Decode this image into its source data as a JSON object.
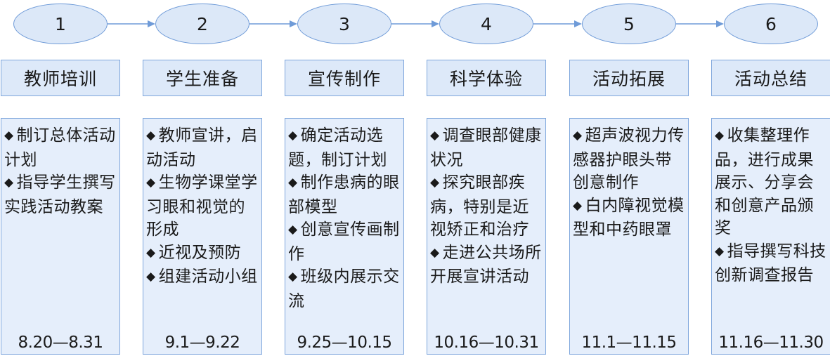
{
  "diagram": {
    "bullet_symbol": "◆",
    "stages": [
      {
        "number": "1",
        "title": "教师培训",
        "items": [
          "制订总体活动计划",
          "指导学生撰写实践活动教案"
        ],
        "date": "8.20—8.31"
      },
      {
        "number": "2",
        "title": "学生准备",
        "items": [
          "教师宣讲，启动活动",
          "生物学课堂学习眼和视觉的形成",
          "近视及预防",
          "组建活动小组"
        ],
        "date": "9.1—9.22"
      },
      {
        "number": "3",
        "title": "宣传制作",
        "items": [
          "确定活动选题，制订计划",
          "制作患病的眼部模型",
          "创意宣传画制作",
          "班级内展示交流"
        ],
        "date": "9.25—10.15"
      },
      {
        "number": "4",
        "title": "科学体验",
        "items": [
          "调查眼部健康状况",
          "探究眼部疾病，特别是近视矫正和治疗",
          "走进公共场所开展宣讲活动"
        ],
        "date": "10.16—10.31"
      },
      {
        "number": "5",
        "title": "活动拓展",
        "items": [
          "超声波视力传感器护眼头带创意制作",
          "白内障视觉模型和中药眼罩"
        ],
        "date": "11.1—11.15"
      },
      {
        "number": "6",
        "title": "活动总结",
        "items": [
          "收集整理作品，进行成果展示、分享会和创意产品颁奖",
          "指导撰写科技创新调查报告"
        ],
        "date": "11.16—11.30"
      }
    ]
  }
}
